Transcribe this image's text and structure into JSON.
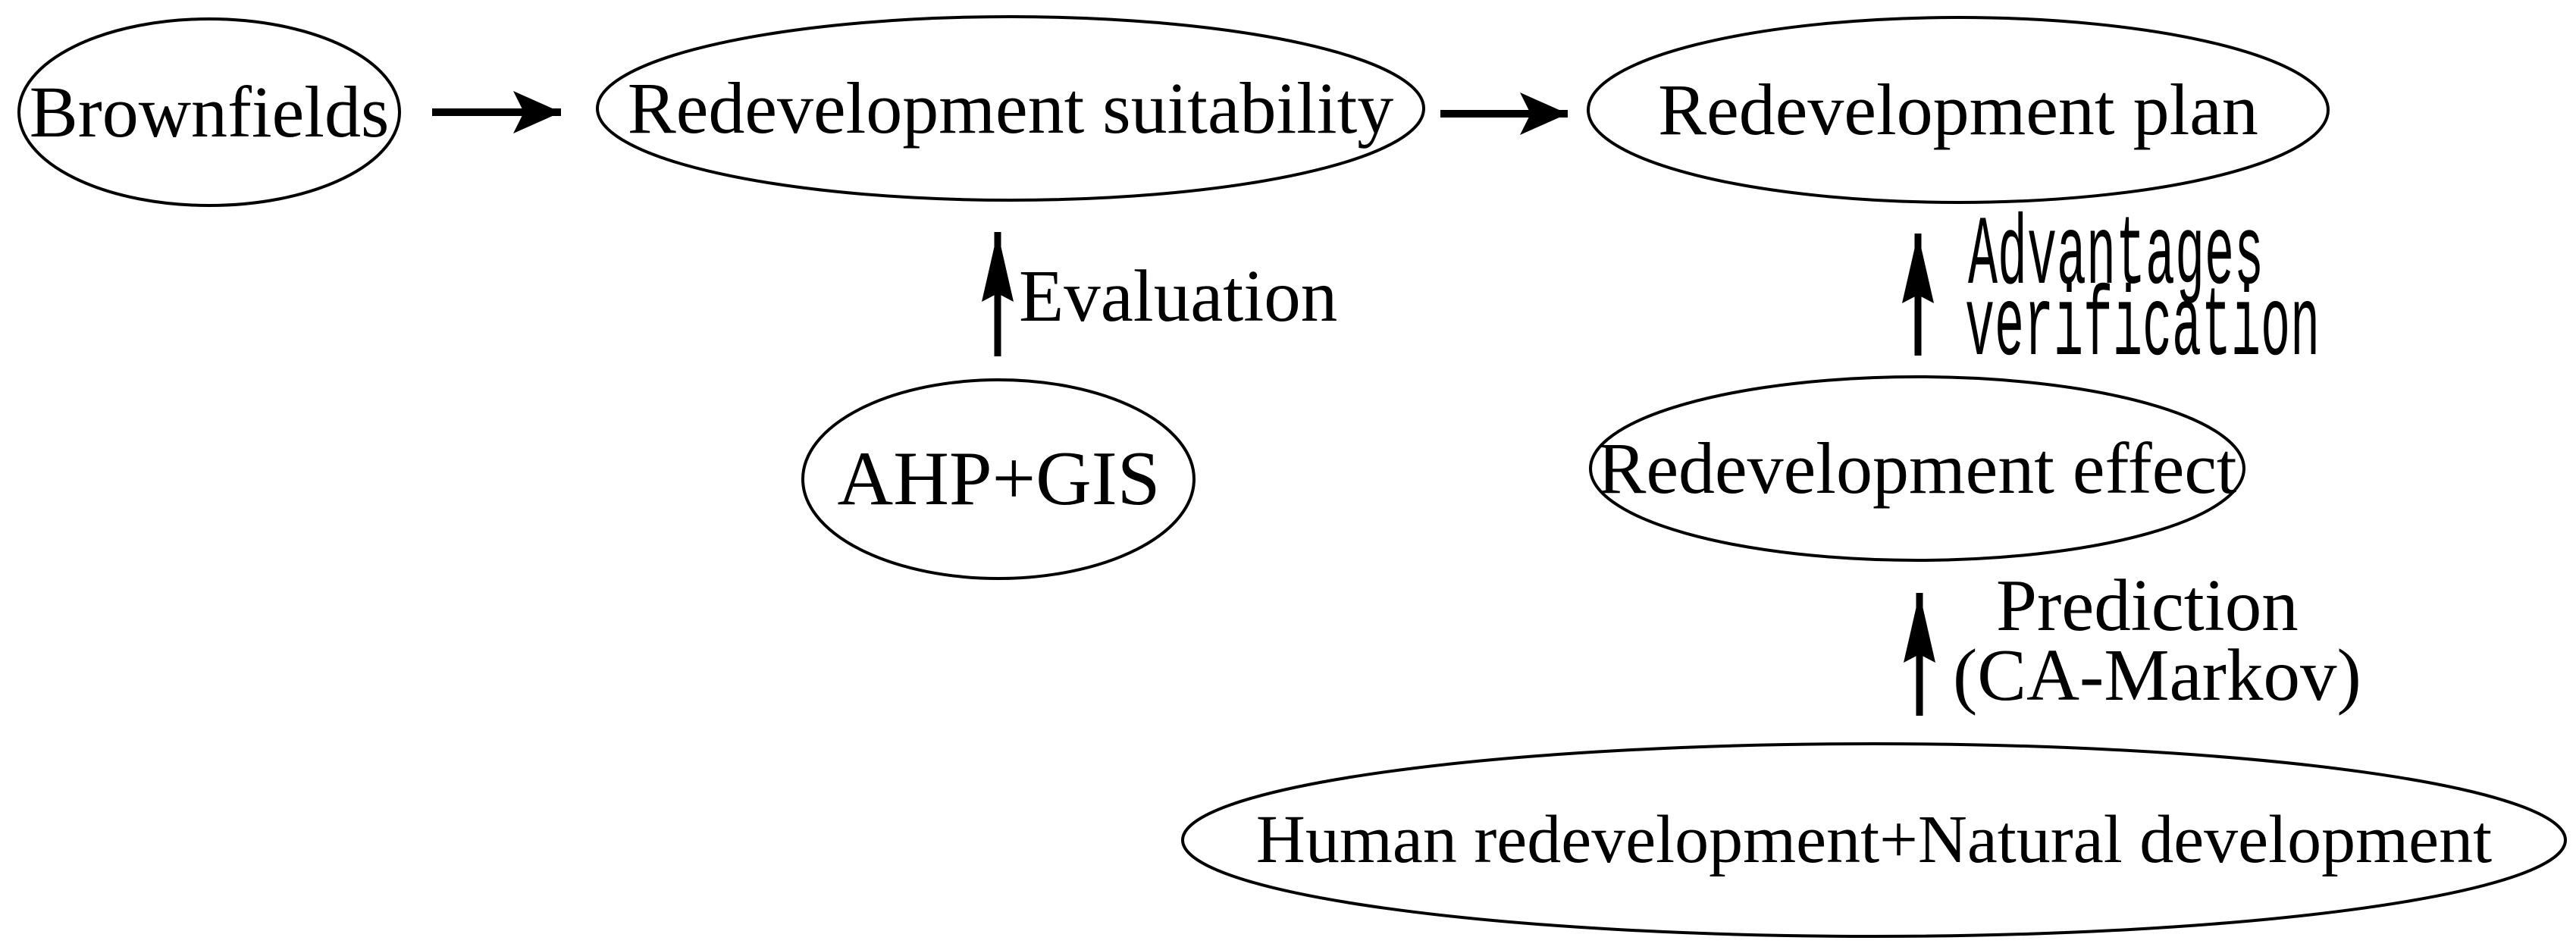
{
  "diagram": {
    "background_color": "#ffffff",
    "stroke_color": "#000000",
    "nodes": [
      {
        "id": "brownfields",
        "shape": "ellipse",
        "label": "Brownfields"
      },
      {
        "id": "redevelopment-suitability",
        "shape": "ellipse",
        "label": "Redevelopment suitability"
      },
      {
        "id": "redevelopment-plan",
        "shape": "ellipse",
        "label": "Redevelopment plan"
      },
      {
        "id": "ahp-gis",
        "shape": "ellipse",
        "label": "AHP+GIS"
      },
      {
        "id": "redevelopment-effect",
        "shape": "ellipse",
        "label": "Redevelopment effect"
      },
      {
        "id": "human-natural",
        "shape": "ellipse",
        "label": "Human redevelopment+Natural development"
      }
    ],
    "edge_labels": {
      "evaluation": "Evaluation",
      "advantages_verification_line1": "Advantages",
      "advantages_verification_line2": "verification",
      "prediction_line1": "Prediction",
      "prediction_line2": "(CA-Markov)"
    },
    "edges": [
      {
        "from": "brownfields",
        "to": "redevelopment-suitability",
        "direction": "right"
      },
      {
        "from": "redevelopment-suitability",
        "to": "redevelopment-plan",
        "direction": "right"
      },
      {
        "from": "ahp-gis",
        "to": "redevelopment-suitability",
        "direction": "up",
        "label": "Evaluation"
      },
      {
        "from": "redevelopment-effect",
        "to": "redevelopment-plan",
        "direction": "up",
        "label": "Advantages verification"
      },
      {
        "from": "human-natural",
        "to": "redevelopment-effect",
        "direction": "up",
        "label": "Prediction (CA-Markov)"
      }
    ]
  }
}
